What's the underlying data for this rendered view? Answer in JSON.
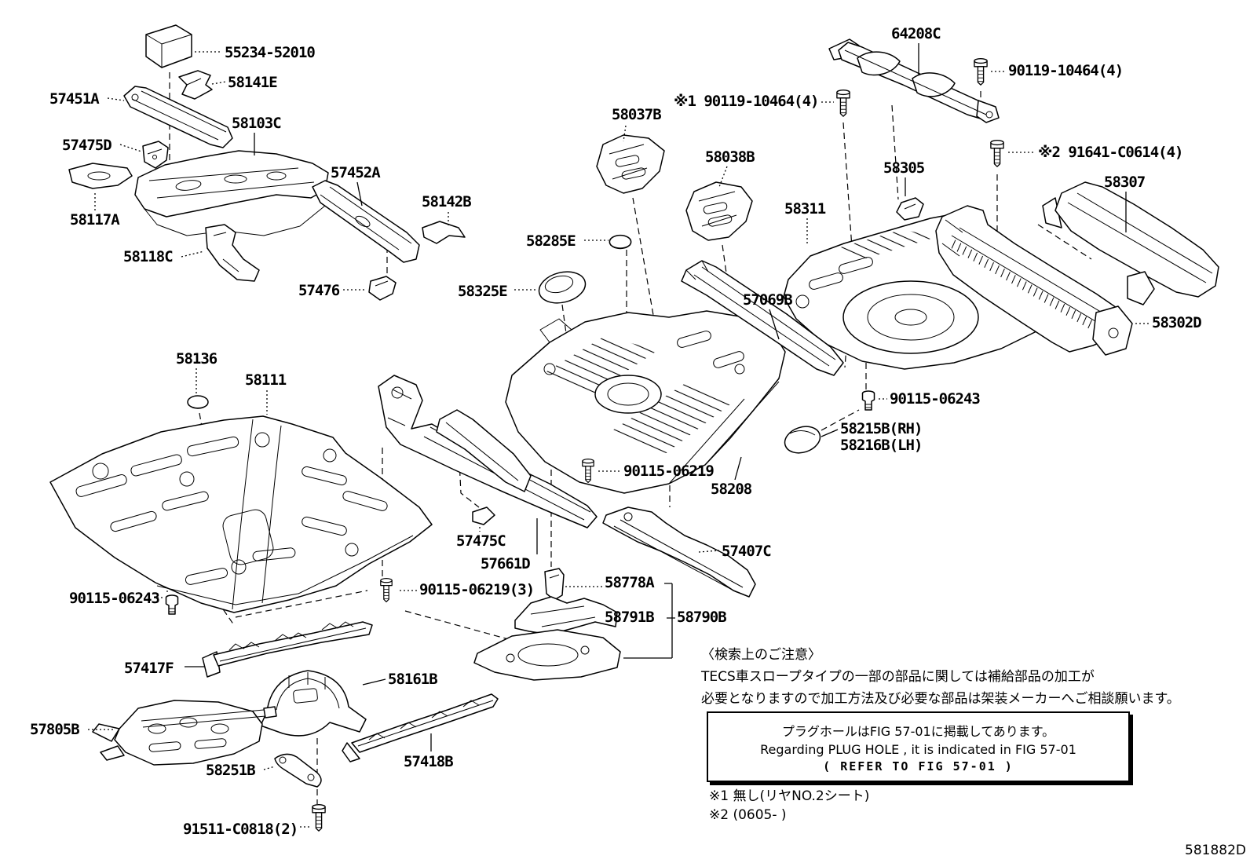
{
  "figure": {
    "code": "581882D",
    "title": "Floor pan and lower back panel parts diagram",
    "colors": {
      "ink": "#000000",
      "background": "#ffffff"
    }
  },
  "labels": [
    {
      "text": "55234-52010"
    },
    {
      "text": "58141E"
    },
    {
      "text": "57451A"
    },
    {
      "text": "58103C"
    },
    {
      "text": "57475D"
    },
    {
      "text": "57452A"
    },
    {
      "text": "58142B"
    },
    {
      "text": "58117A"
    },
    {
      "text": "58118C"
    },
    {
      "text": "57476"
    },
    {
      "text": "58136"
    },
    {
      "text": "58111"
    },
    {
      "text": "58285E"
    },
    {
      "text": "58325E"
    },
    {
      "text": "58037B"
    },
    {
      "text": "※1 90119-10464(4)"
    },
    {
      "text": "58038B"
    },
    {
      "text": "64208C"
    },
    {
      "text": "90119-10464(4)"
    },
    {
      "text": "※2 91641-C0614(4)"
    },
    {
      "text": "58305"
    },
    {
      "text": "58311"
    },
    {
      "text": "58307"
    },
    {
      "text": "57069B"
    },
    {
      "text": "58302D"
    },
    {
      "text": "90115-06243"
    },
    {
      "text": "58215B(RH)"
    },
    {
      "text": "58216B(LH)"
    },
    {
      "text": "90115-06219"
    },
    {
      "text": "58208"
    },
    {
      "text": "57475C"
    },
    {
      "text": "57407C"
    },
    {
      "text": "57661D"
    },
    {
      "text": "58778A"
    },
    {
      "text": "90115-06219(3)"
    },
    {
      "text": "58791B"
    },
    {
      "text": "58790B"
    },
    {
      "text": "90115-06243"
    },
    {
      "text": "57417F"
    },
    {
      "text": "58161B"
    },
    {
      "text": "57805B"
    },
    {
      "text": "58251B"
    },
    {
      "text": "57418B"
    },
    {
      "text": "91511-C0818(2)"
    }
  ],
  "notes": {
    "search_caution_title": "〈検索上のご注意〉",
    "search_caution_line1": "TECS車スロープタイプの一部の部品に関しては補給部品の加工が",
    "search_caution_line2": "必要となりますので加工方法及び必要な部品は架装メーカーへご相談願います。",
    "plug_hole_box": {
      "line_jp": "プラグホールはFIG 57-01に掲載してあります。",
      "line_en": "Regarding  PLUG  HOLE , it  is  indicated  in  FIG 57-01",
      "line_ref": "( REFER TO FIG 57-01  )"
    },
    "footnote_1": "※1 無し(リヤNO.2シート)",
    "footnote_2": "※2 (0605-     )"
  }
}
